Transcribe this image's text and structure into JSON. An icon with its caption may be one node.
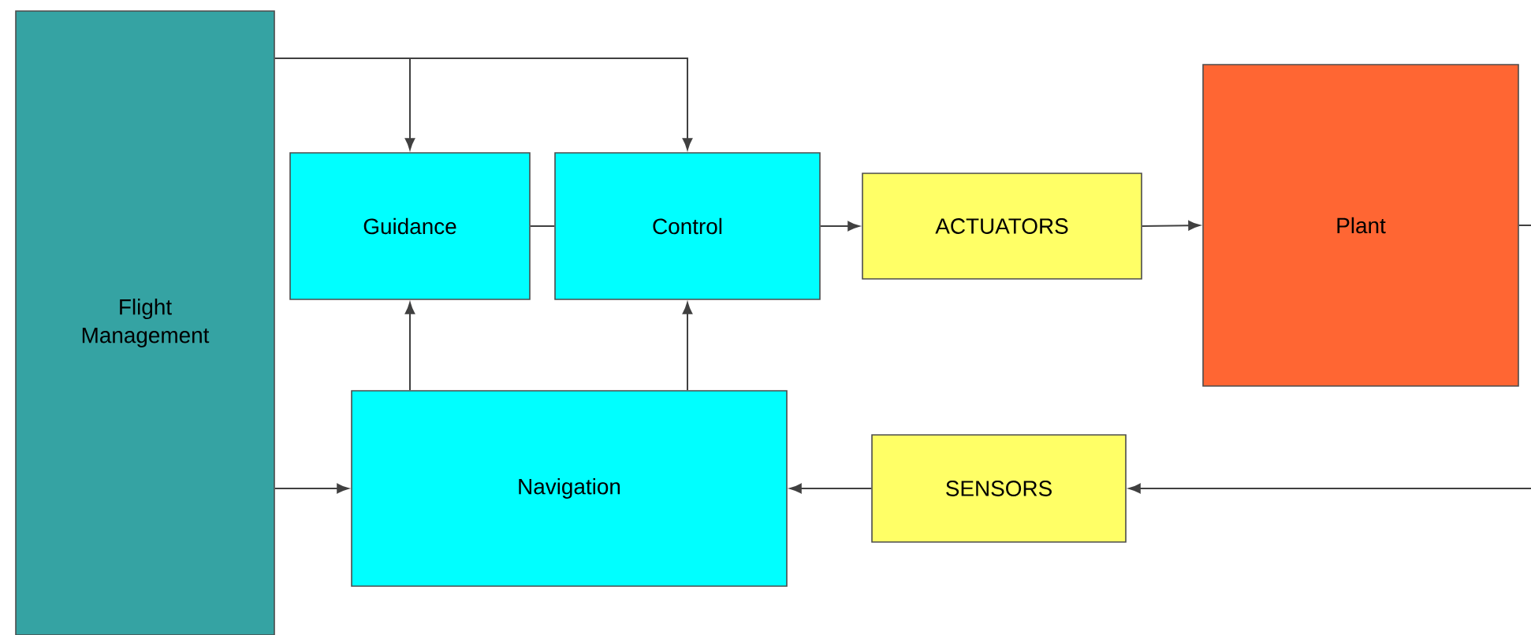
{
  "diagram": {
    "nodes": [
      {
        "text": [
          "Flight Management"
        ]
      },
      {
        "text": [
          "Guidance"
        ]
      },
      {
        "text": [
          "Control"
        ]
      },
      {
        "text": [
          "ACTUATORS"
        ]
      },
      {
        "text": [
          "Plant"
        ]
      },
      {
        "text": [
          "Navigation"
        ]
      },
      {
        "text": [
          "SENSORS"
        ]
      }
    ],
    "edges": [
      {
        "from": 0,
        "to": 1,
        "arrow": "to"
      },
      {
        "from": 0,
        "to": 2,
        "arrow": "to"
      },
      {
        "from": 1,
        "to": 2,
        "arrow": "none"
      },
      {
        "from": 2,
        "to": 3,
        "arrow": "to"
      },
      {
        "from": 3,
        "to": 4,
        "arrow": "to"
      },
      {
        "from": 4,
        "to": null,
        "arrow": "none"
      },
      {
        "from": null,
        "to": 6,
        "arrow": "to"
      },
      {
        "from": 6,
        "to": 5,
        "arrow": "to"
      },
      {
        "from": 5,
        "to": 1,
        "arrow": "to"
      },
      {
        "from": 5,
        "to": 2,
        "arrow": "to"
      },
      {
        "from": 0,
        "to": 5,
        "arrow": "to"
      }
    ]
  }
}
